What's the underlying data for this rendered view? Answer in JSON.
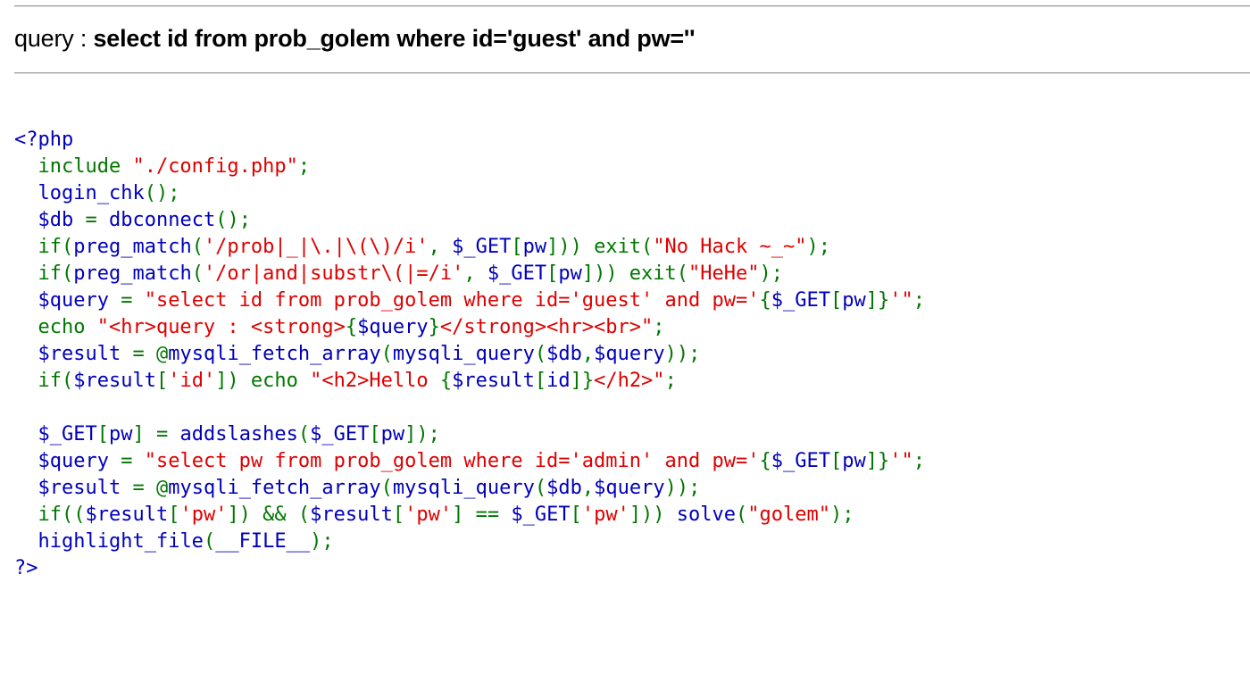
{
  "colors": {
    "default": "#0000bb",
    "keyword": "#007700",
    "string": "#dd0000",
    "rule": "#9a9a9a"
  },
  "query_output": {
    "prefix": "query : ",
    "query": "select id from prob_golem where id='guest' and pw=''"
  },
  "source_code": {
    "lines": [
      [
        {
          "t": "<?php",
          "c": "html"
        }
      ],
      [
        {
          "t": "  include ",
          "c": "kw"
        },
        {
          "t": "\"./config.php\"",
          "c": "str"
        },
        {
          "t": ";",
          "c": "kw"
        }
      ],
      [
        {
          "t": "  ",
          "c": "kw"
        },
        {
          "t": "login_chk",
          "c": "id"
        },
        {
          "t": "();",
          "c": "kw"
        }
      ],
      [
        {
          "t": "  ",
          "c": "kw"
        },
        {
          "t": "$db ",
          "c": "id"
        },
        {
          "t": "= ",
          "c": "kw"
        },
        {
          "t": "dbconnect",
          "c": "id"
        },
        {
          "t": "();",
          "c": "kw"
        }
      ],
      [
        {
          "t": "  if(",
          "c": "kw"
        },
        {
          "t": "preg_match",
          "c": "id"
        },
        {
          "t": "(",
          "c": "kw"
        },
        {
          "t": "'/prob|_|\\.|\\(\\)/i'",
          "c": "str"
        },
        {
          "t": ", ",
          "c": "kw"
        },
        {
          "t": "$_GET",
          "c": "id"
        },
        {
          "t": "[",
          "c": "kw"
        },
        {
          "t": "pw",
          "c": "id"
        },
        {
          "t": "])) exit(",
          "c": "kw"
        },
        {
          "t": "\"No Hack ~_~\"",
          "c": "str"
        },
        {
          "t": ");",
          "c": "kw"
        }
      ],
      [
        {
          "t": "  if(",
          "c": "kw"
        },
        {
          "t": "preg_match",
          "c": "id"
        },
        {
          "t": "(",
          "c": "kw"
        },
        {
          "t": "'/or|and|substr\\(|=/i'",
          "c": "str"
        },
        {
          "t": ", ",
          "c": "kw"
        },
        {
          "t": "$_GET",
          "c": "id"
        },
        {
          "t": "[",
          "c": "kw"
        },
        {
          "t": "pw",
          "c": "id"
        },
        {
          "t": "])) exit(",
          "c": "kw"
        },
        {
          "t": "\"HeHe\"",
          "c": "str"
        },
        {
          "t": ");",
          "c": "kw"
        }
      ],
      [
        {
          "t": "  ",
          "c": "kw"
        },
        {
          "t": "$query ",
          "c": "id"
        },
        {
          "t": "= ",
          "c": "kw"
        },
        {
          "t": "\"select id from prob_golem where id='guest' and pw='",
          "c": "str"
        },
        {
          "t": "{",
          "c": "kw"
        },
        {
          "t": "$_GET",
          "c": "id"
        },
        {
          "t": "[",
          "c": "kw"
        },
        {
          "t": "pw",
          "c": "id"
        },
        {
          "t": "]}",
          "c": "kw"
        },
        {
          "t": "'\"",
          "c": "str"
        },
        {
          "t": ";",
          "c": "kw"
        }
      ],
      [
        {
          "t": "  echo ",
          "c": "kw"
        },
        {
          "t": "\"<hr>query : <strong>",
          "c": "str"
        },
        {
          "t": "{",
          "c": "kw"
        },
        {
          "t": "$query",
          "c": "id"
        },
        {
          "t": "}",
          "c": "kw"
        },
        {
          "t": "</strong><hr><br>\"",
          "c": "str"
        },
        {
          "t": ";",
          "c": "kw"
        }
      ],
      [
        {
          "t": "  ",
          "c": "kw"
        },
        {
          "t": "$result ",
          "c": "id"
        },
        {
          "t": "= @",
          "c": "kw"
        },
        {
          "t": "mysqli_fetch_array",
          "c": "id"
        },
        {
          "t": "(",
          "c": "kw"
        },
        {
          "t": "mysqli_query",
          "c": "id"
        },
        {
          "t": "(",
          "c": "kw"
        },
        {
          "t": "$db",
          "c": "id"
        },
        {
          "t": ",",
          "c": "kw"
        },
        {
          "t": "$query",
          "c": "id"
        },
        {
          "t": "));",
          "c": "kw"
        }
      ],
      [
        {
          "t": "  if(",
          "c": "kw"
        },
        {
          "t": "$result",
          "c": "id"
        },
        {
          "t": "[",
          "c": "kw"
        },
        {
          "t": "'id'",
          "c": "str"
        },
        {
          "t": "]) echo ",
          "c": "kw"
        },
        {
          "t": "\"<h2>Hello ",
          "c": "str"
        },
        {
          "t": "{",
          "c": "kw"
        },
        {
          "t": "$result",
          "c": "id"
        },
        {
          "t": "[",
          "c": "kw"
        },
        {
          "t": "id",
          "c": "id"
        },
        {
          "t": "]}",
          "c": "kw"
        },
        {
          "t": "</h2>\"",
          "c": "str"
        },
        {
          "t": ";",
          "c": "kw"
        }
      ],
      [
        {
          "t": " ",
          "c": "kw"
        }
      ],
      [
        {
          "t": "  ",
          "c": "kw"
        },
        {
          "t": "$_GET",
          "c": "id"
        },
        {
          "t": "[",
          "c": "kw"
        },
        {
          "t": "pw",
          "c": "id"
        },
        {
          "t": "] = ",
          "c": "kw"
        },
        {
          "t": "addslashes",
          "c": "id"
        },
        {
          "t": "(",
          "c": "kw"
        },
        {
          "t": "$_GET",
          "c": "id"
        },
        {
          "t": "[",
          "c": "kw"
        },
        {
          "t": "pw",
          "c": "id"
        },
        {
          "t": "]);",
          "c": "kw"
        }
      ],
      [
        {
          "t": "  ",
          "c": "kw"
        },
        {
          "t": "$query ",
          "c": "id"
        },
        {
          "t": "= ",
          "c": "kw"
        },
        {
          "t": "\"select pw from prob_golem where id='admin' and pw='",
          "c": "str"
        },
        {
          "t": "{",
          "c": "kw"
        },
        {
          "t": "$_GET",
          "c": "id"
        },
        {
          "t": "[",
          "c": "kw"
        },
        {
          "t": "pw",
          "c": "id"
        },
        {
          "t": "]}",
          "c": "kw"
        },
        {
          "t": "'\"",
          "c": "str"
        },
        {
          "t": ";",
          "c": "kw"
        }
      ],
      [
        {
          "t": "  ",
          "c": "kw"
        },
        {
          "t": "$result ",
          "c": "id"
        },
        {
          "t": "= @",
          "c": "kw"
        },
        {
          "t": "mysqli_fetch_array",
          "c": "id"
        },
        {
          "t": "(",
          "c": "kw"
        },
        {
          "t": "mysqli_query",
          "c": "id"
        },
        {
          "t": "(",
          "c": "kw"
        },
        {
          "t": "$db",
          "c": "id"
        },
        {
          "t": ",",
          "c": "kw"
        },
        {
          "t": "$query",
          "c": "id"
        },
        {
          "t": "));",
          "c": "kw"
        }
      ],
      [
        {
          "t": "  if((",
          "c": "kw"
        },
        {
          "t": "$result",
          "c": "id"
        },
        {
          "t": "[",
          "c": "kw"
        },
        {
          "t": "'pw'",
          "c": "str"
        },
        {
          "t": "]) && (",
          "c": "kw"
        },
        {
          "t": "$result",
          "c": "id"
        },
        {
          "t": "[",
          "c": "kw"
        },
        {
          "t": "'pw'",
          "c": "str"
        },
        {
          "t": "] == ",
          "c": "kw"
        },
        {
          "t": "$_GET",
          "c": "id"
        },
        {
          "t": "[",
          "c": "kw"
        },
        {
          "t": "'pw'",
          "c": "str"
        },
        {
          "t": "])) ",
          "c": "kw"
        },
        {
          "t": "solve",
          "c": "id"
        },
        {
          "t": "(",
          "c": "kw"
        },
        {
          "t": "\"golem\"",
          "c": "str"
        },
        {
          "t": ");",
          "c": "kw"
        }
      ],
      [
        {
          "t": "  ",
          "c": "kw"
        },
        {
          "t": "highlight_file",
          "c": "id"
        },
        {
          "t": "(",
          "c": "kw"
        },
        {
          "t": "__FILE__",
          "c": "id"
        },
        {
          "t": ");",
          "c": "kw"
        }
      ],
      [
        {
          "t": "?>",
          "c": "html"
        }
      ]
    ]
  }
}
